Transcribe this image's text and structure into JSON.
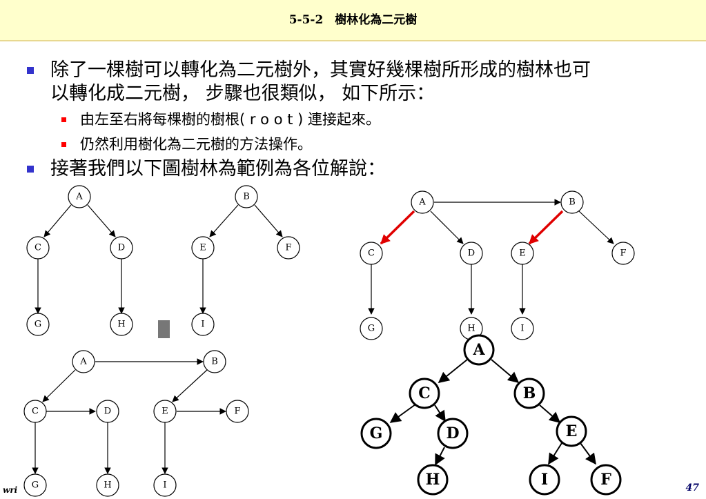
{
  "header": {
    "title": "5-5-2　樹林化為二元樹"
  },
  "content": {
    "bullet1_line1": "除了一棵樹可以轉化為二元樹外，其實好幾棵樹所形成的樹林也可",
    "bullet1_line2": "以轉化成二元樹， 步驟也很類似， 如下所示：",
    "sub1": "由左至右將每棵樹的樹根( r o o t ) 連接起來。",
    "sub2": "仍然利用樹化為二元樹的方法操作。",
    "bullet2": "接著我們以下圖樹林為範例為各位解說："
  },
  "footer": {
    "left": "wri",
    "page": "47"
  },
  "diagrams": {
    "forest": {
      "nodes": [
        "A",
        "C",
        "D",
        "G",
        "H",
        "B",
        "E",
        "F",
        "I"
      ]
    },
    "linked_roots": {
      "nodes": [
        "A",
        "B",
        "C",
        "D",
        "E",
        "F",
        "G",
        "H",
        "I"
      ]
    },
    "sibling_links": {
      "nodes": [
        "A",
        "B",
        "C",
        "D",
        "E",
        "F",
        "G",
        "H",
        "I"
      ]
    },
    "binary_tree": {
      "nodes": [
        "A",
        "C",
        "B",
        "G",
        "D",
        "E",
        "H",
        "I",
        "F"
      ]
    }
  },
  "colors": {
    "header_bg": "#ffffcc",
    "bullet": "#3333cc",
    "sub_bullet": "#ff0000",
    "arrow_red": "#e00000",
    "page_number": "#000066"
  }
}
